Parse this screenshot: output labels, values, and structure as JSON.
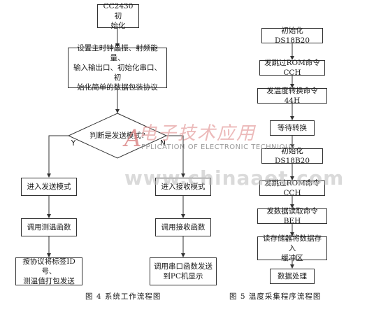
{
  "left_flow": {
    "init": "CC2430初\n始化",
    "setup": "设置主时钟晶振、射频能量、\n输入输出口、初始化串口、初\n始化简单的数据包装协议",
    "decision": "判断是发送模式?",
    "yes_label": "Y",
    "no_label": "N",
    "send_mode": "进入发送模式",
    "measure": "调用测温函数",
    "pack_send": "按协议将标签ID号、\n测温值打包发送",
    "recv_mode": "进入接收模式",
    "recv_func": "调用接收函数",
    "serial_send": "调用串口函数发送\n到PC机显示",
    "caption": "图 4    系统工作流程图"
  },
  "right_flow": {
    "steps": [
      "初始化DS18B20",
      "发跳过ROM命令CCH",
      "发温度转换命令44H",
      "等待转换",
      "初始化DS18B20",
      "发跳过ROM命令CCH",
      "发数据读取命令BEH",
      "读存储器将数据存入\n缓冲区",
      "数据处理"
    ],
    "caption": "图 5    温度采集程序流程图"
  },
  "watermark": {
    "letter": "A",
    "brand_cn": "电子技术应用",
    "brand_en": "PPLICATION OF ELECTRONIC TECHNIQUE",
    "url": "www.chinaaet.com"
  }
}
